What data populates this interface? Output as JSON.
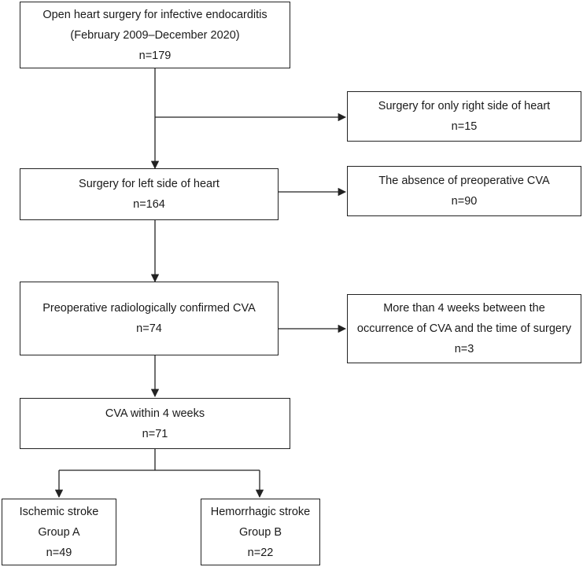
{
  "flowchart": {
    "nodes": {
      "initial": {
        "lines": [
          "Open heart surgery for infective endocarditis",
          "(February 2009–December 2020)",
          "n=179"
        ]
      },
      "right_side": {
        "lines": [
          "Surgery for only right side of heart",
          "n=15"
        ]
      },
      "left_side": {
        "lines": [
          "Surgery for left side of heart",
          "n=164"
        ]
      },
      "no_cva": {
        "lines": [
          "The absence of preoperative CVA",
          "n=90"
        ]
      },
      "confirmed_cva": {
        "lines": [
          "Preoperative radiologically confirmed CVA",
          "n=74"
        ]
      },
      "over_4_weeks": {
        "lines": [
          "More than 4 weeks between the",
          "occurrence of CVA and the time of surgery",
          "n=3"
        ]
      },
      "within_4_weeks": {
        "lines": [
          "CVA within 4 weeks",
          "n=71"
        ]
      },
      "ischemic": {
        "lines": [
          "Ischemic stroke",
          "Group A",
          "n=49"
        ]
      },
      "hemorrhagic": {
        "lines": [
          "Hemorrhagic stroke",
          "Group B",
          "n=22"
        ]
      }
    },
    "edges": [
      {
        "from": "initial",
        "to": "left_side"
      },
      {
        "from": "initial",
        "to": "right_side"
      },
      {
        "from": "left_side",
        "to": "no_cva"
      },
      {
        "from": "left_side",
        "to": "confirmed_cva"
      },
      {
        "from": "confirmed_cva",
        "to": "over_4_weeks"
      },
      {
        "from": "confirmed_cva",
        "to": "within_4_weeks"
      },
      {
        "from": "within_4_weeks",
        "to": "ischemic"
      },
      {
        "from": "within_4_weeks",
        "to": "hemorrhagic"
      }
    ]
  }
}
